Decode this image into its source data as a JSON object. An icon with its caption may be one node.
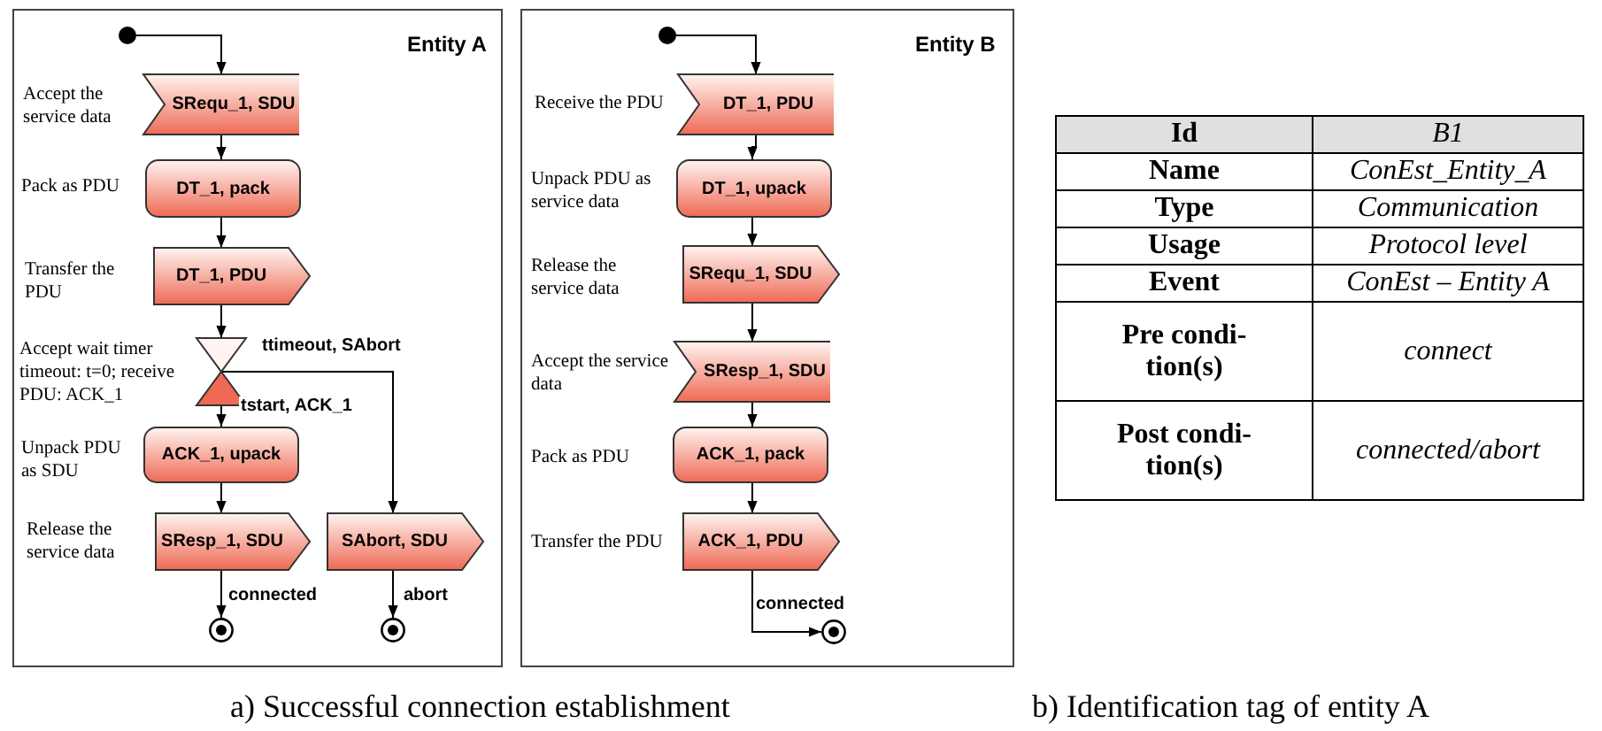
{
  "diagram": {
    "nodes": [
      {
        "text": [
          "Entity A"
        ]
      },
      {
        "text": [],
        "shape": "circle",
        "in": 0
      },
      {
        "text": [
          "SRequ_1, SDU"
        ],
        "in": 0,
        "beside": [
          "Accept the service data"
        ]
      },
      {
        "text": [
          "DT_1, pack"
        ],
        "in": 0,
        "beside": [
          "Pack as PDU"
        ]
      },
      {
        "text": [
          "DT_1, PDU"
        ],
        "in": 0,
        "beside": [
          "Transfer the PDU"
        ]
      },
      {
        "text": [],
        "shape": "hourglass",
        "in": 0,
        "beside": [
          "Accept wait timer timeout: t=0; receive PDU: ACK_1"
        ]
      },
      {
        "text": [
          "ACK_1, upack"
        ],
        "in": 0,
        "beside": [
          "Unpack PDU as SDU"
        ]
      },
      {
        "text": [
          "SResp_1, SDU"
        ],
        "in": 0,
        "beside": [
          "Release the service data"
        ]
      },
      {
        "text": [
          "SAbort, SDU"
        ],
        "in": 0
      },
      {
        "text": [],
        "shape": "circle",
        "in": 0
      },
      {
        "text": [],
        "shape": "circle",
        "in": 0
      },
      {
        "text": [
          "Entity B"
        ]
      },
      {
        "text": [],
        "shape": "circle",
        "in": 11
      },
      {
        "text": [
          "DT_1, PDU"
        ],
        "in": 11,
        "beside": [
          "Receive the PDU"
        ]
      },
      {
        "text": [
          "DT_1, upack"
        ],
        "in": 11,
        "beside": [
          "Unpack PDU as service data"
        ]
      },
      {
        "text": [
          "SRequ_1, SDU"
        ],
        "in": 11,
        "beside": [
          "Release the service data"
        ]
      },
      {
        "text": [
          "SResp_1, SDU"
        ],
        "in": 11,
        "beside": [
          "Accept the service data"
        ]
      },
      {
        "text": [
          "ACK_1, pack"
        ],
        "in": 11,
        "beside": [
          "Pack as PDU"
        ]
      },
      {
        "text": [
          "ACK_1, PDU"
        ],
        "in": 11,
        "beside": [
          "Transfer the PDU"
        ]
      },
      {
        "text": [],
        "shape": "circle",
        "in": 11
      }
    ],
    "edges": [
      {
        "from": 1,
        "to": 2,
        "arrow": "to"
      },
      {
        "from": 2,
        "to": 3,
        "arrow": "to"
      },
      {
        "from": 3,
        "to": 4,
        "arrow": "to"
      },
      {
        "from": 4,
        "to": 5,
        "arrow": "to"
      },
      {
        "from": 5,
        "to": 6,
        "arrow": "to",
        "label": "tstart, ACK_1"
      },
      {
        "from": 5,
        "to": 8,
        "arrow": "to",
        "label": "ttimeout, SAbort"
      },
      {
        "from": 6,
        "to": 7,
        "arrow": "to"
      },
      {
        "from": 7,
        "to": 9,
        "arrow": "to",
        "label": "connected"
      },
      {
        "from": 8,
        "to": 10,
        "arrow": "to",
        "label": "abort"
      },
      {
        "from": 12,
        "to": 13,
        "arrow": "to"
      },
      {
        "from": 13,
        "to": 14,
        "arrow": "to"
      },
      {
        "from": 14,
        "to": 15,
        "arrow": "to"
      },
      {
        "from": 15,
        "to": 16,
        "arrow": "to"
      },
      {
        "from": 16,
        "to": 17,
        "arrow": "to"
      },
      {
        "from": 17,
        "to": 18,
        "arrow": "to"
      },
      {
        "from": 18,
        "to": 19,
        "arrow": "to",
        "label": "connected"
      }
    ],
    "labels": [
      "Id",
      "B1",
      "Name",
      "ConEst_Entity_A",
      "Type",
      "Communication",
      "Usage",
      "Protocol level",
      "Event",
      "ConEst – Entity A",
      "Pre condi-tion(s)",
      "connect",
      "Post condi-tion(s)",
      "connected/abort",
      "a) Successful connection establishment",
      "b) Identification tag of entity A"
    ]
  }
}
